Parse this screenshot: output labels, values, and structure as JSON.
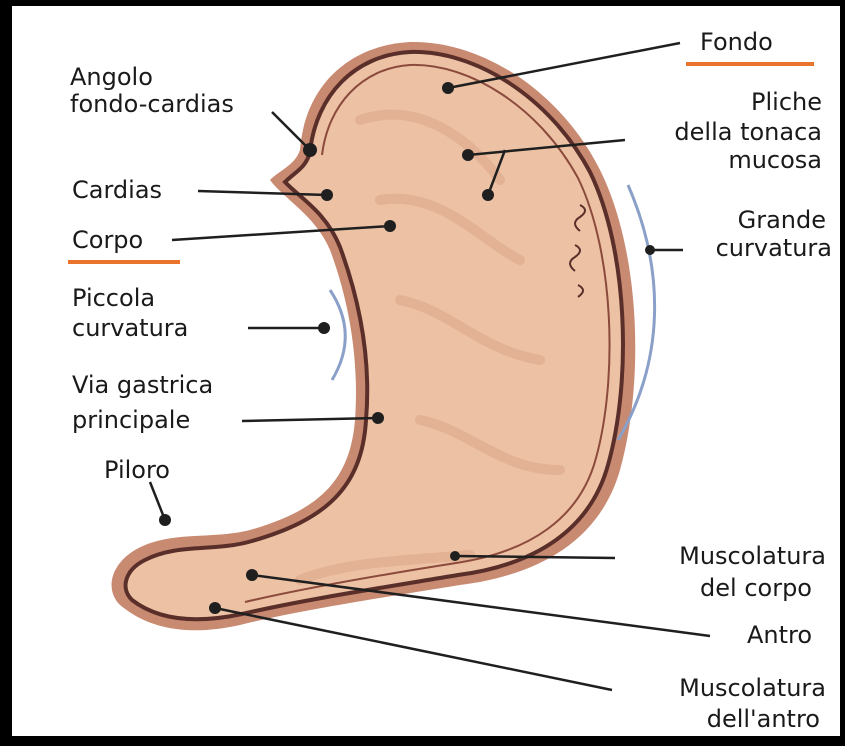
{
  "colors": {
    "background": "#000000",
    "panel": "#ffffff",
    "stomach_fill": "#ecc1a4",
    "stomach_inner": "#e4b297",
    "wall_dark": "#5a2f2a",
    "wall_outer": "#c98a72",
    "leader": "#1f1f1f",
    "highlight_underline": "#e8752b",
    "curvature_arc": "#8aa0c8"
  },
  "labels": {
    "fondo": "Fondo",
    "angolo_1": "Angolo",
    "angolo_2": "fondo-cardias",
    "pliche_1": "Pliche",
    "pliche_2": "della tonaca",
    "pliche_3": "mucosa",
    "cardias": "Cardias",
    "corpo": "Corpo",
    "grande_1": "Grande",
    "grande_2": "curvatura",
    "piccola_1": "Piccola",
    "piccola_2": "curvatura",
    "via_1": "Via gastrica",
    "via_2": "principale",
    "piloro": "Piloro",
    "musc_corpo_1": "Muscolatura",
    "musc_corpo_2": "del corpo",
    "antro": "Antro",
    "musc_antro_1": "Muscolatura",
    "musc_antro_2": "dell'antro"
  },
  "highlighted": [
    "fondo",
    "corpo"
  ]
}
